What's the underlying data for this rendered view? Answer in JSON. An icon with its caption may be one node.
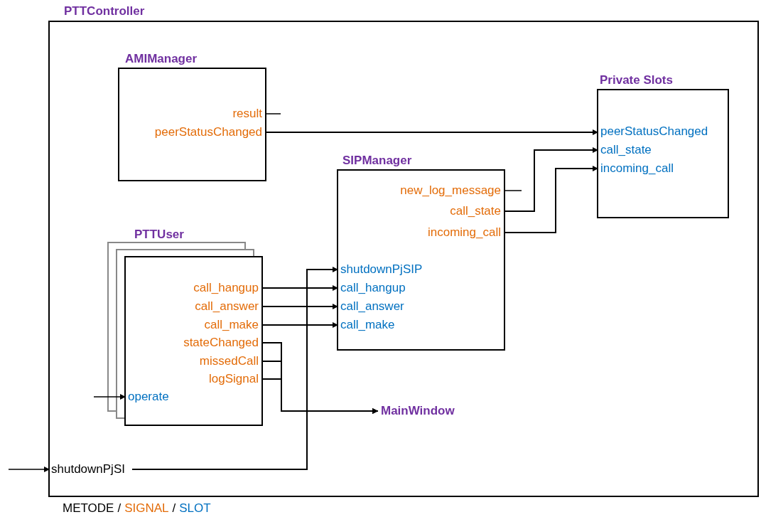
{
  "diagram": {
    "nodes": [
      {
        "text": [
          "PTTController"
        ]
      },
      {
        "text": [
          "AMIManager"
        ],
        "in": 0
      },
      {
        "text": [
          "result"
        ],
        "in": 1
      },
      {
        "text": [
          "peerStatusChanged"
        ],
        "in": 1
      },
      {
        "text": [
          "Private Slots"
        ],
        "in": 0
      },
      {
        "text": [
          "peerStatusChanged"
        ],
        "in": 4
      },
      {
        "text": [
          "call_state"
        ],
        "in": 4
      },
      {
        "text": [
          "incoming_call"
        ],
        "in": 4
      },
      {
        "text": [
          "SIPManager"
        ],
        "in": 0
      },
      {
        "text": [
          "new_log_message"
        ],
        "in": 8
      },
      {
        "text": [
          "call_state"
        ],
        "in": 8
      },
      {
        "text": [
          "incoming_call"
        ],
        "in": 8
      },
      {
        "text": [
          "shutdownPjSIP"
        ],
        "in": 8
      },
      {
        "text": [
          "call_hangup"
        ],
        "in": 8
      },
      {
        "text": [
          "call_answer"
        ],
        "in": 8
      },
      {
        "text": [
          "call_make"
        ],
        "in": 8
      },
      {
        "text": [
          "PTTUser"
        ],
        "in": 0
      },
      {
        "text": [
          "call_hangup"
        ],
        "in": 16
      },
      {
        "text": [
          "call_answer"
        ],
        "in": 16
      },
      {
        "text": [
          "call_make"
        ],
        "in": 16
      },
      {
        "text": [
          "stateChanged"
        ],
        "in": 16
      },
      {
        "text": [
          "missedCall"
        ],
        "in": 16
      },
      {
        "text": [
          "logSignal"
        ],
        "in": 16
      },
      {
        "text": [
          "operate"
        ],
        "in": 16
      },
      {
        "text": [
          "MainWindow"
        ],
        "in": 0
      },
      {
        "text": [
          "shutdownPjSI"
        ],
        "in": 0
      }
    ],
    "edges": [
      {
        "from": 3,
        "to": 5,
        "arrow": "to"
      },
      {
        "from": 10,
        "to": 6,
        "arrow": "to"
      },
      {
        "from": 11,
        "to": 7,
        "arrow": "to"
      },
      {
        "from": 17,
        "to": 13,
        "arrow": "to"
      },
      {
        "from": 18,
        "to": 14,
        "arrow": "to"
      },
      {
        "from": 19,
        "to": 15,
        "arrow": "to"
      },
      {
        "from": 20,
        "to": 24,
        "arrow": "to"
      },
      {
        "from": 21,
        "to": 24,
        "arrow": "to"
      },
      {
        "from": 22,
        "to": 24,
        "arrow": "to"
      },
      {
        "from": 25,
        "to": 12,
        "arrow": "to"
      },
      {
        "from": null,
        "to": 23,
        "arrow": "to"
      },
      {
        "from": null,
        "to": 25,
        "arrow": "to"
      },
      {
        "from": 2,
        "to": null,
        "arrow": "none"
      },
      {
        "from": 9,
        "to": null,
        "arrow": "none"
      }
    ],
    "labels": [
      "/",
      "/"
    ],
    "legend": [
      {
        "text": "METODE",
        "color": "#000000"
      },
      {
        "text": "SIGNAL",
        "color": "#e36c09"
      },
      {
        "text": "SLOT",
        "color": "#0070c0"
      }
    ]
  }
}
